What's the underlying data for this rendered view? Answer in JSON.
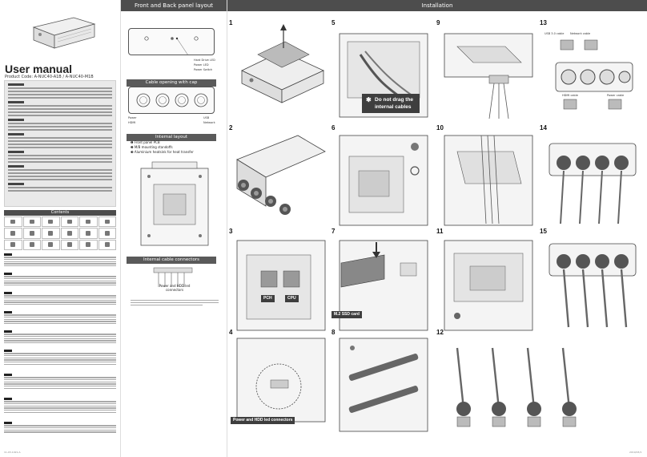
{
  "sections": {
    "front_back": "Front and Back panel layout",
    "installation": "Installation",
    "cable_opening": "Cable opening with cap",
    "internal_layout": "Internal layout",
    "internal_cable": "Internal cable connectors",
    "contents": "Contents"
  },
  "left": {
    "title": "User manual",
    "product_code": "Product Code: A-NUC40-A1B / A-NUC40-M1B"
  },
  "panel": {
    "hdd_light": "Hard Drive LED",
    "power_led": "Power LED",
    "power_switch": "Power Switch",
    "power": "Power",
    "hdmi": "HDMI",
    "usb": "USB",
    "network": "Network"
  },
  "internal": {
    "item1": "Front panel PCB",
    "item2": "M/B mounting standoffs",
    "item3": "Aluminium heatsink for heat transfer"
  },
  "connectors": {
    "power_hdd": "Power and HDD led connectors"
  },
  "installation": {
    "do_not_drag": "Do not drag the internal cables",
    "m2_ssd": "M.2 SSD card",
    "pch": "PCH",
    "cpu": "CPU",
    "power_hdd_led": "Power and HDD led connectors",
    "usb_cable": "USB 3.0 cable",
    "network_cable": "Network cable",
    "hdmi_cable": "HDMI cable",
    "power_cable": "Power cable"
  },
  "steps": [
    "1",
    "2",
    "3",
    "4",
    "5",
    "6",
    "7",
    "8",
    "9",
    "10",
    "11",
    "12",
    "13",
    "14",
    "15"
  ],
  "footer": {
    "left": "11-03-1021-A",
    "right": "2019/03/1"
  }
}
